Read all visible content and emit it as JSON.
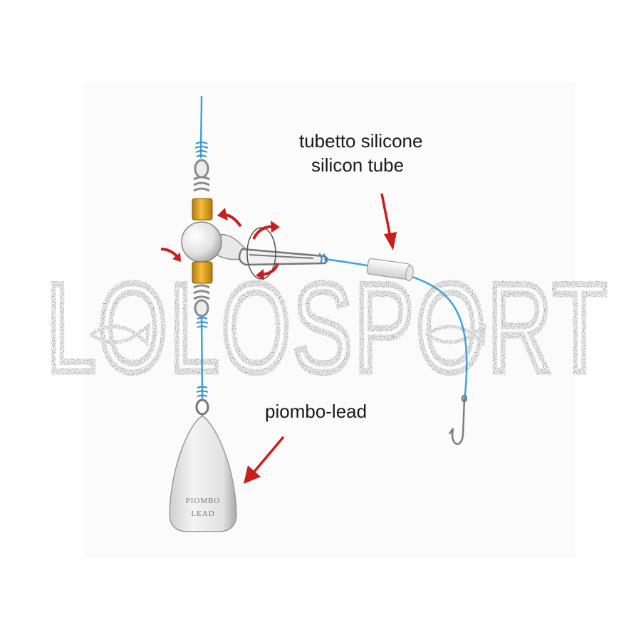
{
  "labels": {
    "tube_it": "tubetto silicone",
    "tube_en": "silicon tube",
    "lead": "piombo-lead"
  },
  "lead_engraving": {
    "line1": "PIOMBO",
    "line2": "LEAD"
  },
  "watermark": {
    "text": "LOLOSPORT"
  },
  "colors": {
    "line": "#3ba3dd",
    "arrow": "#c81e1e",
    "bead": "#e3a21a",
    "metal": "#b9b9b9",
    "watermark": "#888888",
    "text": "#1a1a1a"
  }
}
